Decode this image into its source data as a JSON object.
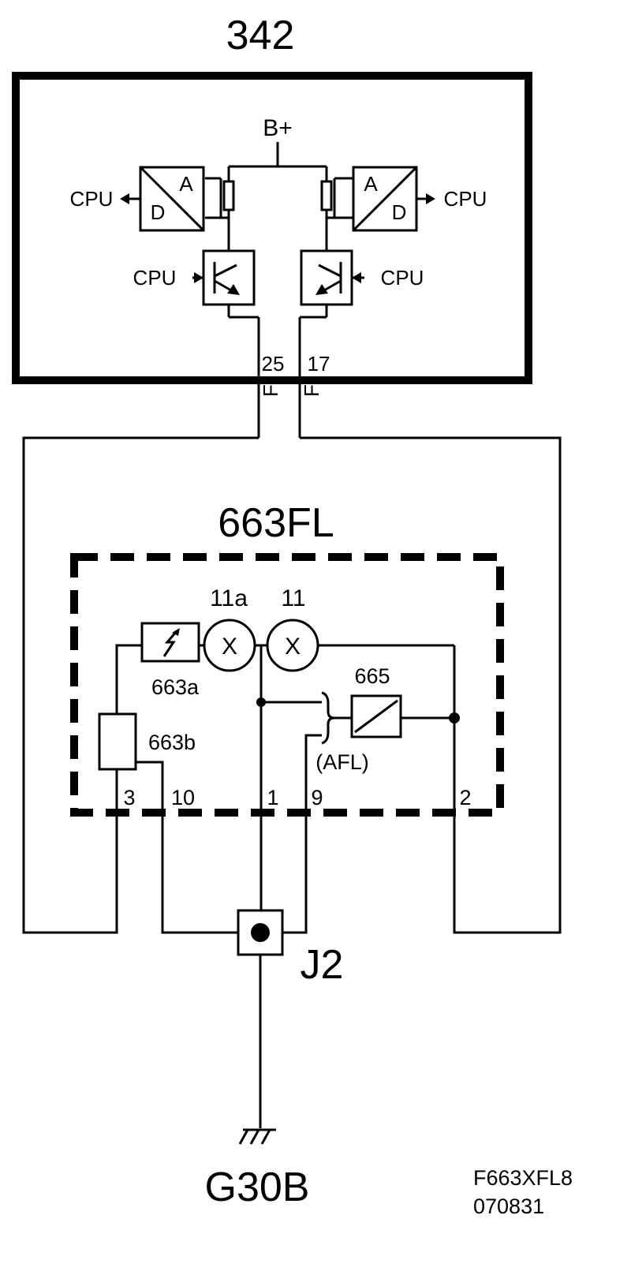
{
  "modules": {
    "top_id": "342",
    "mid_id": "663FL"
  },
  "labels": {
    "supply": "B+",
    "cpu": "CPU",
    "ad_a": "A",
    "ad_d": "D",
    "pin_25": "25",
    "pin_17": "17",
    "conn_f": "F",
    "lamp_11a": "11a",
    "lamp_11": "11",
    "lamp_symbol": "X",
    "comp_663a": "663a",
    "comp_663b": "663b",
    "comp_665": "665",
    "afl": "(AFL)",
    "pin_3": "3",
    "pin_10": "10",
    "pin_1": "1",
    "pin_9": "9",
    "pin_2": "2",
    "junction": "J2",
    "ground": "G30B"
  },
  "reference": {
    "code": "F663XFL8",
    "date": "070831"
  }
}
